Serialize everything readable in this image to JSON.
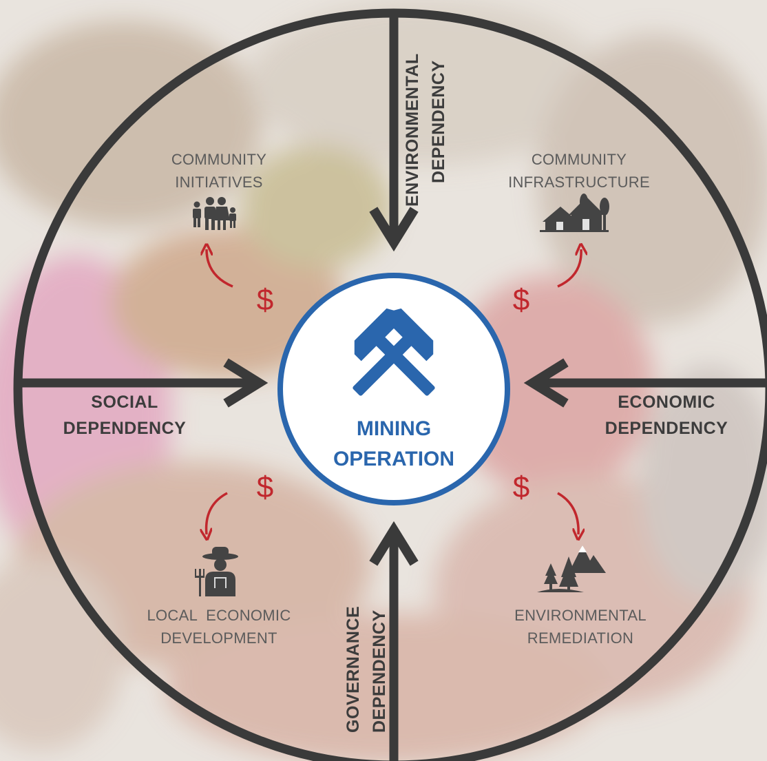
{
  "center": {
    "line1": "MINING",
    "line2": "OPERATION",
    "icon": "crossed-hammers-icon"
  },
  "dependencies": {
    "environmental": {
      "line1": "ENVIRONMENTAL",
      "line2": "DEPENDENCY"
    },
    "governance": {
      "line1": "GOVERNANCE",
      "line2": "DEPENDENCY"
    },
    "social": {
      "line1": "SOCIAL",
      "line2": "DEPENDENCY"
    },
    "economic": {
      "line1": "ECONOMIC",
      "line2": "DEPENDENCY"
    }
  },
  "outcomes": {
    "community_initiatives": {
      "line1": "COMMUNITY",
      "line2": "INITIATIVES",
      "icon": "family-icon"
    },
    "community_infrastructure": {
      "line1": "COMMUNITY",
      "line2": "INFRASTRUCTURE",
      "icon": "houses-icon"
    },
    "local_economic_development": {
      "line1": "LOCAL  ECONOMIC",
      "line2": "DEVELOPMENT",
      "icon": "farmer-icon"
    },
    "environmental_remediation": {
      "line1": "ENVIRONMENTAL",
      "line2": "REMEDIATION",
      "icon": "mountains-trees-icon"
    }
  },
  "money_symbol": "$",
  "colors": {
    "ring": "#3a3a3a",
    "center_accent": "#2a66ad",
    "money": "#c1272d",
    "dependency_text": "#3c3c3c",
    "outcome_text": "#5b5b5b"
  }
}
